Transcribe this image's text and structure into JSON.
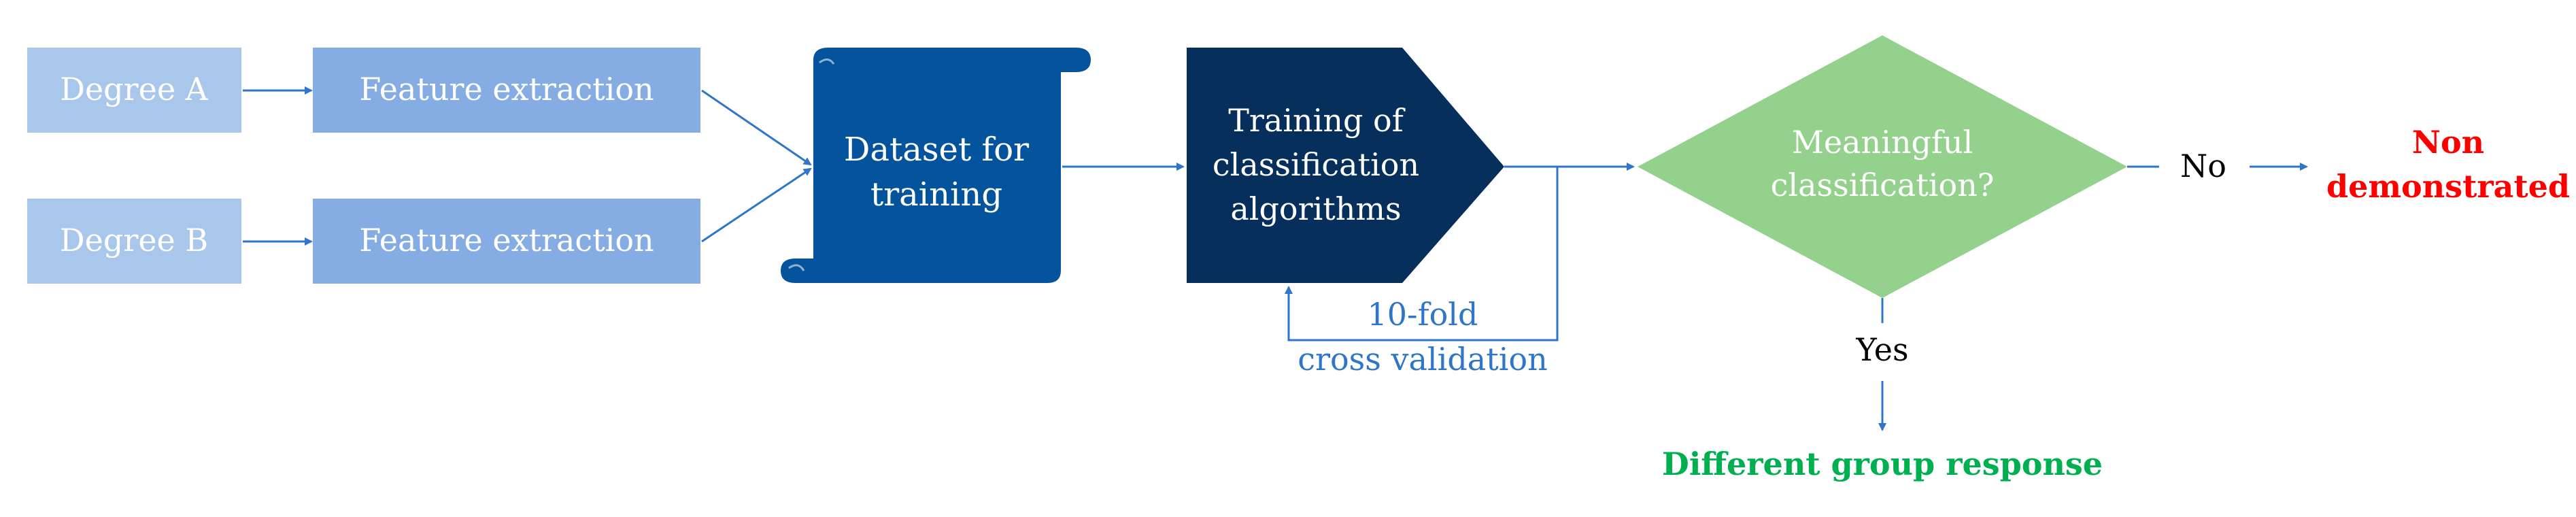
{
  "nodes": {
    "degree_a": "Degree A",
    "degree_b": "Degree B",
    "feature_extraction_a": "Feature extraction",
    "feature_extraction_b": "Feature extraction",
    "dataset_line1": "Dataset for",
    "dataset_line2": "training",
    "training_line1": "Training of",
    "training_line2": "classification",
    "training_line3": "algorithms",
    "decision_line1": "Meaningful",
    "decision_line2": "classification?"
  },
  "edges": {
    "cv_line1": "10-fold",
    "cv_line2": "cross validation",
    "no_label": "No",
    "yes_label": "Yes"
  },
  "outcomes": {
    "negative_line1": "Non",
    "negative_line2": "demonstrated",
    "positive": "Different group response"
  },
  "colors": {
    "degree_box": "#a9c6eb",
    "feature_box": "#85ade3",
    "dataset_box": "#03549d",
    "training_box": "#062f5c",
    "decision_diamond": "#93d18d",
    "arrow": "#2f75c9",
    "negative_text": "#ff0000",
    "positive_text": "#00b050",
    "cv_text": "#2f75c9"
  }
}
